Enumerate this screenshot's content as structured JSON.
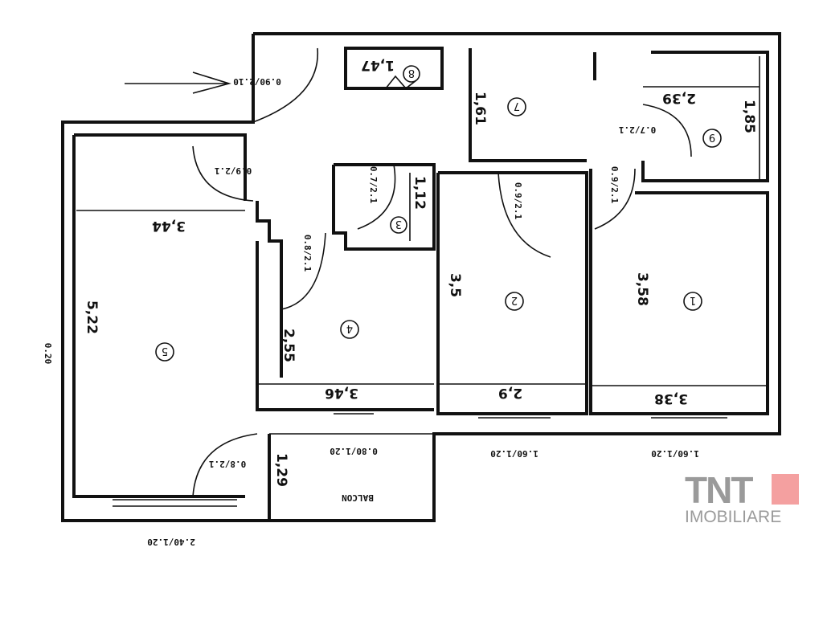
{
  "plan": {
    "labels": {
      "entry_door": "0.90/2.10",
      "wc_area": "1,47",
      "hall_width": "1,61",
      "r9_width": "2,39",
      "r9_depth": "1,85",
      "r9_door": "0.7/2.1",
      "r5_door": "0.9/2.1",
      "r3_door": "0.7/2.1",
      "r3_width": "1,12",
      "r2_door": "0.9/2.1",
      "r1_door": "0.9/2.1",
      "r5_width": "3,44",
      "r4_door": "0.8/2.1",
      "r2_depth": "3,5",
      "r1_depth": "3,58",
      "r5_depth": "5,22",
      "r4_depth": "2,55",
      "wall_thickness": "0.20",
      "r4_width": "3,46",
      "r2_width": "2,9",
      "r1_width": "3,38",
      "win_r4": "0.80/1.20",
      "win_r2": "1.60/1.20",
      "win_r1": "1.60/1.20",
      "balcony_door": "0.8/2.1",
      "balcony_depth": "1,29",
      "balcony": "BALCON",
      "win_r5": "2.40/1.20"
    },
    "rooms": [
      "1",
      "2",
      "3",
      "4",
      "5",
      "7",
      "8",
      "9"
    ]
  },
  "logo": {
    "brand": "TNT",
    "subtitle": "IMOBILIARE",
    "accent": "#f4a0a0",
    "gray": "#9a9a9a"
  }
}
